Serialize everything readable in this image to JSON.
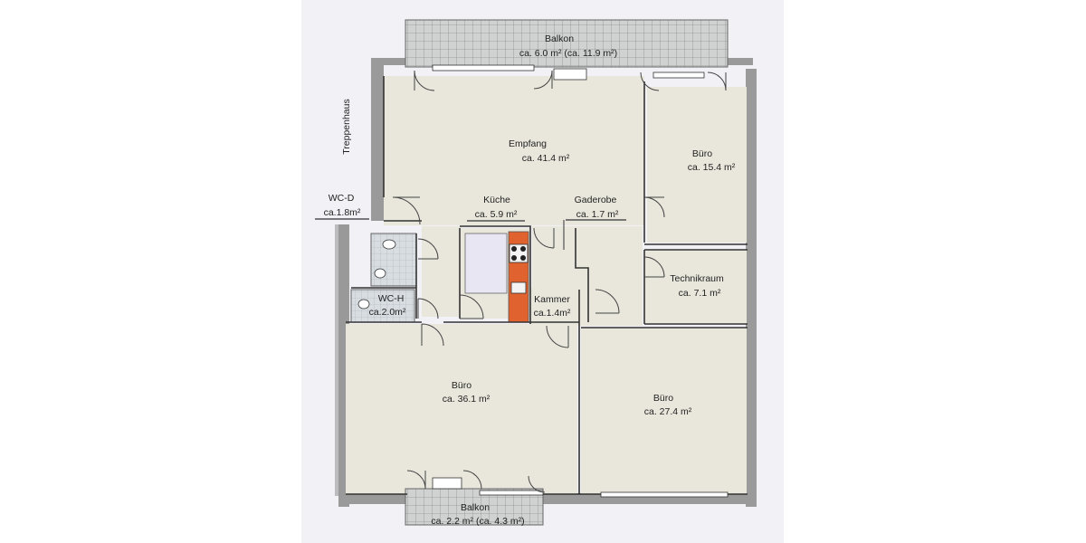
{
  "rooms": {
    "balkon_top": {
      "name": "Balkon",
      "area": "ca. 6.0 m² (ca. 11.9 m²)"
    },
    "empfang": {
      "name": "Empfang",
      "area": "ca. 41.4 m²"
    },
    "buero_top_right": {
      "name": "Büro",
      "area": "ca. 15.4 m²"
    },
    "treppenhaus": {
      "name": "Treppenhaus"
    },
    "wc_d": {
      "name": "WC-D",
      "area": "ca.1.8m²"
    },
    "kueche": {
      "name": "Küche",
      "area": "ca. 5.9 m²"
    },
    "gaderobe": {
      "name": "Gaderobe",
      "area": "ca. 1.7 m²"
    },
    "technikraum": {
      "name": "Technikraum",
      "area": "ca. 7.1 m²"
    },
    "wc_h": {
      "name": "WC-H",
      "area": "ca.2.0m²"
    },
    "kammer": {
      "name": "Kammer",
      "area": "ca.1.4m²"
    },
    "buero_bottom_left": {
      "name": "Büro",
      "area": "ca. 36.1 m²"
    },
    "buero_bottom_right": {
      "name": "Büro",
      "area": "ca. 27.4 m²"
    },
    "balkon_bottom": {
      "name": "Balkon",
      "area": "ca. 2.2 m² (ca. 4.3 m²)"
    }
  },
  "colors": {
    "room_fill": "#e9e7dc",
    "wall": "#9a9a9a",
    "kitchen_counter": "#e0622e",
    "paper": "#f1f1f6"
  }
}
